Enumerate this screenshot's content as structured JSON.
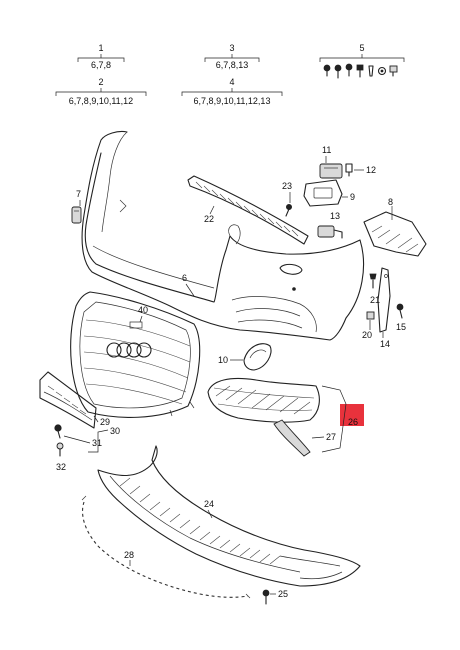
{
  "legend": [
    {
      "part": "1",
      "sub": "6,7,8"
    },
    {
      "part": "2",
      "sub": "6,7,8,9,10,11,12"
    },
    {
      "part": "3",
      "sub": "6,7,8,13"
    },
    {
      "part": "4",
      "sub": "6,7,8,9,10,11,12,13"
    },
    {
      "part": "5",
      "sub": ""
    }
  ],
  "callouts": {
    "c6": "6",
    "c7": "7",
    "c8": "8",
    "c9": "9",
    "c10": "10",
    "c11": "11",
    "c12": "12",
    "c13": "13",
    "c14": "14",
    "c15": "15",
    "c20": "20",
    "c21": "21",
    "c22": "22",
    "c23": "23",
    "c24": "24",
    "c25": "25",
    "c26": "26",
    "c27": "27",
    "c28": "28",
    "c29": "29",
    "c30": "30",
    "c31": "31",
    "c32": "32",
    "c40": "40"
  },
  "colors": {
    "highlight": "#e8323c",
    "line": "#222222"
  }
}
